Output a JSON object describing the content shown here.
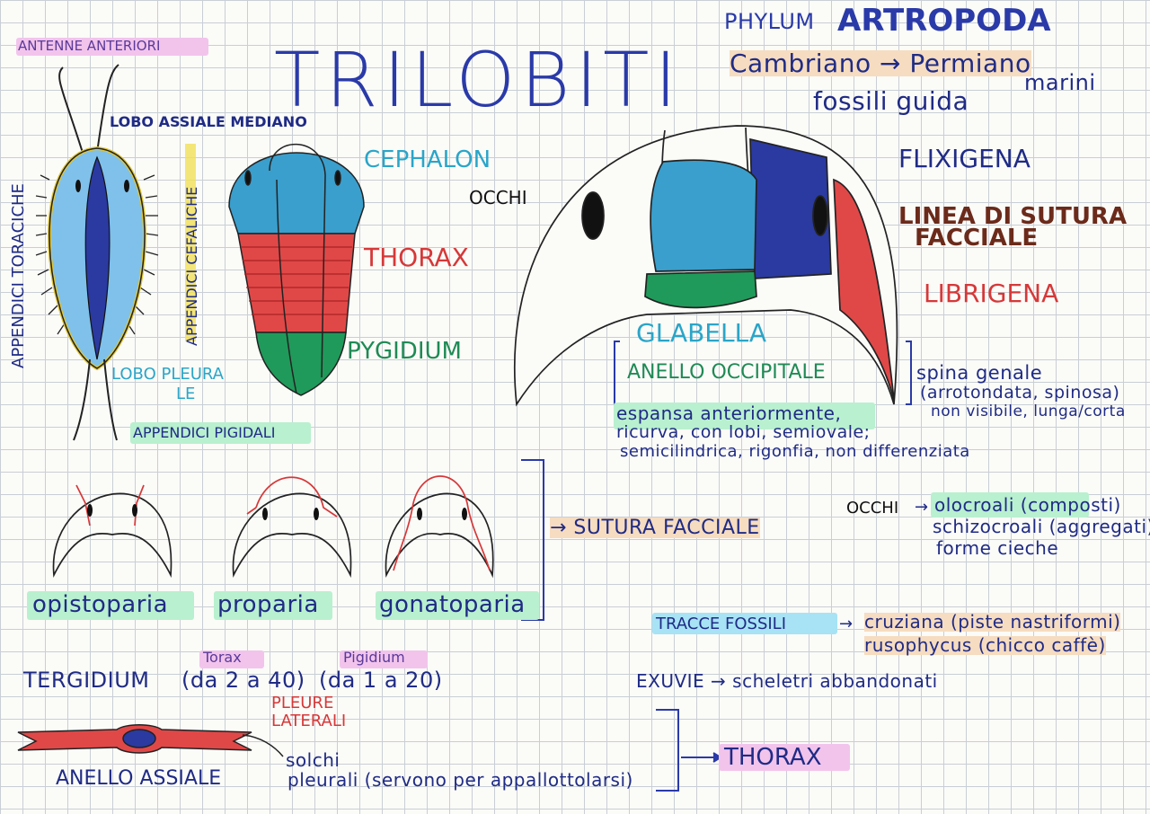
{
  "title": "TRILOBITI",
  "phylum_label": "PHYLUM",
  "phylum_name": "ARTROPODA",
  "period": "Cambriano → Permiano",
  "marini": "marini",
  "fossili_guida": "fossili guida",
  "labels": {
    "antenne": "ANTENNE ANTERIORI",
    "lobo_assiale": "LOBO ASSIALE MEDIANO",
    "appendici_toraciche": "APPENDICI TORACICHE",
    "appendici_cefaliche": "APPENDICI CEFALICHE",
    "lobo_pleurale_1": "LOBO PLEURA",
    "lobo_pleurale_2": "LE",
    "appendici_pigidali": "APPENDICI PIGIDALI",
    "cephalon": "CEPHALON",
    "thorax": "THORAX",
    "pygidium": "PYGIDIUM",
    "occhi": "OCCHI",
    "flixigena": "FLIXIGENA",
    "linea_sutura_1": "LINEA DI SUTURA",
    "linea_sutura_2": "FACCIALE",
    "librigena": "LIBRIGENA",
    "glabella": "GLABELLA",
    "anello_occipitale": "ANELLO OCCIPITALE",
    "spina_genale_1": "spina genale",
    "spina_genale_2": "(arrotondata, spinosa)",
    "spina_genale_3": "non visibile, lunga/corta",
    "glabella_desc_1": "espansa anteriormente,",
    "glabella_desc_2": "ricurva, con lobi, semiovale;",
    "glabella_desc_3": "semicilindrica, rigonfia, non differenziata",
    "opistoparia": "opistoparia",
    "proparia": "proparia",
    "gonatoparia": "gonatoparia",
    "sutura_facciale": "→ SUTURA FACCIALE",
    "occhi_2": "OCCHI",
    "occhi_arrow": "→",
    "olocroali": "olocroali (composti)",
    "schizocroali": "schizocroali (aggregati)",
    "forme_cieche": "forme cieche",
    "tracce": "TRACCE FOSSILI",
    "tracce_arrow": "→",
    "cruziana": "cruziana (piste nastriformi)",
    "rusophycus": "rusophycus (chicco caffè)",
    "exuvie": "EXUVIE → scheletri abbandonati",
    "torax": "Torax",
    "pigidium": "Pigidium",
    "tergidium": "TERGIDIUM",
    "tergidium_1": "(da 2 a 40)",
    "tergidium_2": "(da 1 a 20)",
    "pleure_1": "PLEURE",
    "pleure_2": "LATERALI",
    "anello_assiale": "ANELLO ASSIALE",
    "solchi_1": "solchi",
    "solchi_2": "pleurali (servono per appallottolarsi)",
    "thorax_2": "THORAX"
  },
  "colors": {
    "blue_ink": "#2a3aa8",
    "red_ink": "#d63838",
    "green_ink": "#1f8a55",
    "cyan_ink": "#2aa5c8",
    "brown_ink": "#6b2a1a",
    "highlight_pink": "#f2c4ec",
    "highlight_green": "#b9f0cf",
    "highlight_yellow": "#f5e66a",
    "highlight_cyan": "#a7e3f5",
    "highlight_orange": "#f6dcc0"
  }
}
